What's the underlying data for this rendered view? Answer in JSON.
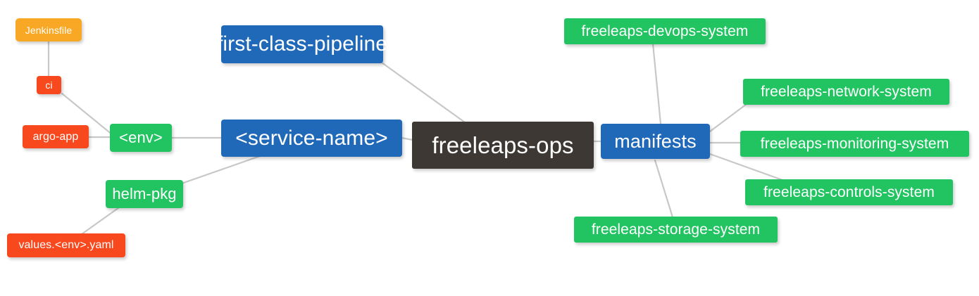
{
  "diagram": {
    "type": "mind-map",
    "title": "freeleaps-ops",
    "background": "#ffffff",
    "edge_color": "#c8c8c8",
    "palette": {
      "root": "#3d3833",
      "blue": "#2069b9",
      "green": "#22c462",
      "red": "#f8481d",
      "orange": "#f9a825",
      "text": "#ffffff"
    }
  },
  "nodes": {
    "root": {
      "label": "freeleaps-ops"
    },
    "first_class_pipeline": {
      "label": "first-class-pipeline"
    },
    "service_name": {
      "label": "<service-name>"
    },
    "manifests": {
      "label": "manifests"
    },
    "env": {
      "label": "<env>"
    },
    "helm_pkg": {
      "label": "helm-pkg"
    },
    "ci": {
      "label": "ci"
    },
    "argo_app": {
      "label": "argo-app"
    },
    "jenkinsfile": {
      "label": "Jenkinsfile"
    },
    "values_yaml": {
      "label": "values.<env>.yaml"
    },
    "devops_system": {
      "label": "freeleaps-devops-system"
    },
    "network_system": {
      "label": "freeleaps-network-system"
    },
    "monitoring_system": {
      "label": "freeleaps-monitoring-system"
    },
    "controls_system": {
      "label": "freeleaps-controls-system"
    },
    "storage_system": {
      "label": "freeleaps-storage-system"
    }
  },
  "edges": [
    {
      "from": "first_class_pipeline",
      "to": "root"
    },
    {
      "from": "service_name",
      "to": "root"
    },
    {
      "from": "root",
      "to": "manifests"
    },
    {
      "from": "env",
      "to": "service_name"
    },
    {
      "from": "helm_pkg",
      "to": "service_name"
    },
    {
      "from": "ci",
      "to": "env"
    },
    {
      "from": "argo_app",
      "to": "env"
    },
    {
      "from": "jenkinsfile",
      "to": "ci"
    },
    {
      "from": "values_yaml",
      "to": "helm_pkg"
    },
    {
      "from": "manifests",
      "to": "devops_system"
    },
    {
      "from": "manifests",
      "to": "network_system"
    },
    {
      "from": "manifests",
      "to": "monitoring_system"
    },
    {
      "from": "manifests",
      "to": "controls_system"
    },
    {
      "from": "manifests",
      "to": "storage_system"
    }
  ]
}
